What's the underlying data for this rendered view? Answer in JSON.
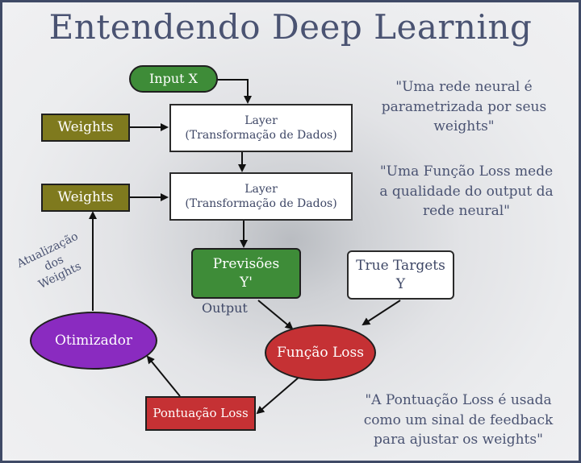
{
  "title": "Entendendo Deep Learning",
  "nodes": {
    "input": "Input X",
    "weights_1": "Weights",
    "weights_2": "Weights",
    "layer_1": {
      "line1": "Layer",
      "line2": "(Transformação de Dados)"
    },
    "layer_2": {
      "line1": "Layer",
      "line2": "(Transformação de Dados)"
    },
    "previsoes": {
      "line1": "Previsões",
      "line2": "Y'"
    },
    "true_targets": {
      "line1": "True Targets",
      "line2": "Y"
    },
    "output_label": "Output",
    "funcao_loss": "Função Loss",
    "otimizador": "Otimizador",
    "pontuacao_loss": "Pontuação Loss",
    "atualizacao": {
      "line1": "Atualização",
      "line2": "dos",
      "line3": "Weights"
    }
  },
  "quotes": {
    "q1": {
      "line1": "\"Uma rede neural é",
      "line2": "parametrizada por seus",
      "line3": "weights\""
    },
    "q2": {
      "line1": "\"Uma Função Loss mede",
      "line2": "a qualidade do output da",
      "line3": "rede neural\""
    },
    "q3": {
      "line1": "\"A Pontuação Loss é usada",
      "line2": "como um sinal de feedback",
      "line3": "para ajustar os weights\""
    }
  },
  "colors": {
    "frame": "#3f4a66",
    "title_text": "#4a5372",
    "green": "#3e8c38",
    "olive": "#7f7a1e",
    "purple": "#8a2bc0",
    "red": "#c53134"
  }
}
